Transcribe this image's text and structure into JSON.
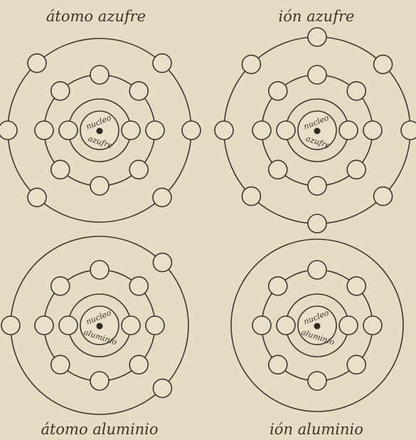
{
  "colors": {
    "background": "#e6dcc4",
    "ink": "#3d372f"
  },
  "nucleus_label_line1": "nucleo",
  "diagrams": [
    {
      "title": "átomo azufre",
      "nucleus_label_line2": "azufre",
      "orbits": [
        {
          "electrons": 2
        },
        {
          "electrons": 8
        },
        {
          "electrons": 6
        }
      ]
    },
    {
      "title": "ión azufre",
      "nucleus_label_line2": "azufre",
      "orbits": [
        {
          "electrons": 2
        },
        {
          "electrons": 8
        },
        {
          "electrons": 8
        }
      ]
    },
    {
      "title": "átomo aluminio",
      "nucleus_label_line2": "aluminio",
      "orbits": [
        {
          "electrons": 2
        },
        {
          "electrons": 8
        },
        {
          "electrons": 3
        }
      ]
    },
    {
      "title": "ión aluminio",
      "nucleus_label_line2": "aluminio",
      "orbits": [
        {
          "electrons": 2
        },
        {
          "electrons": 8
        },
        {
          "electrons": 0
        }
      ]
    }
  ]
}
